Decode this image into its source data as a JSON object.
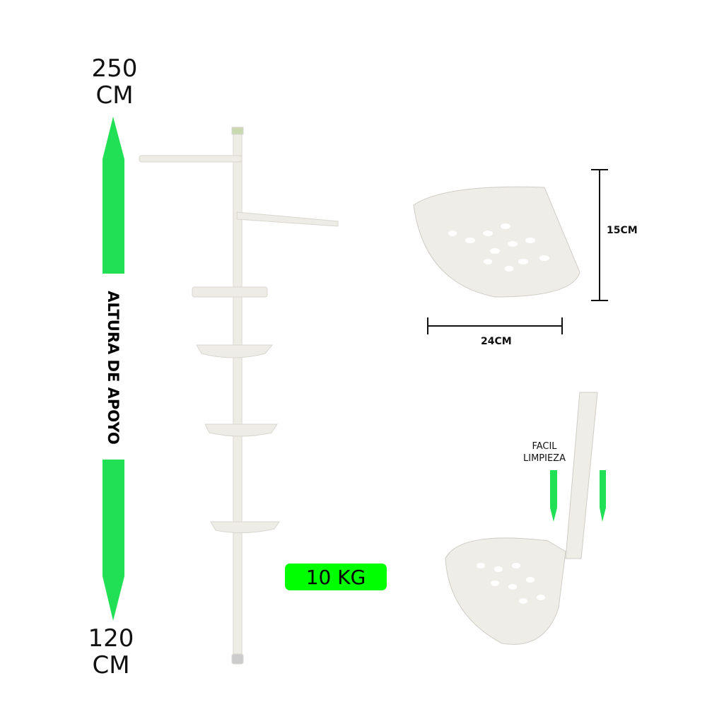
{
  "height_range": {
    "max": "250",
    "max_unit": "CM",
    "min": "120",
    "min_unit": "CM",
    "label": "ALTURA DE APOYO"
  },
  "load_badge": {
    "text": "10 KG"
  },
  "shelf_dimensions": {
    "height": "15CM",
    "width": "24CM"
  },
  "cleaning_note": {
    "line1": "FACIL",
    "line2": "LIMPIEZA"
  },
  "colors": {
    "accent_green": "#22e055",
    "badge_green": "#00ff00"
  }
}
